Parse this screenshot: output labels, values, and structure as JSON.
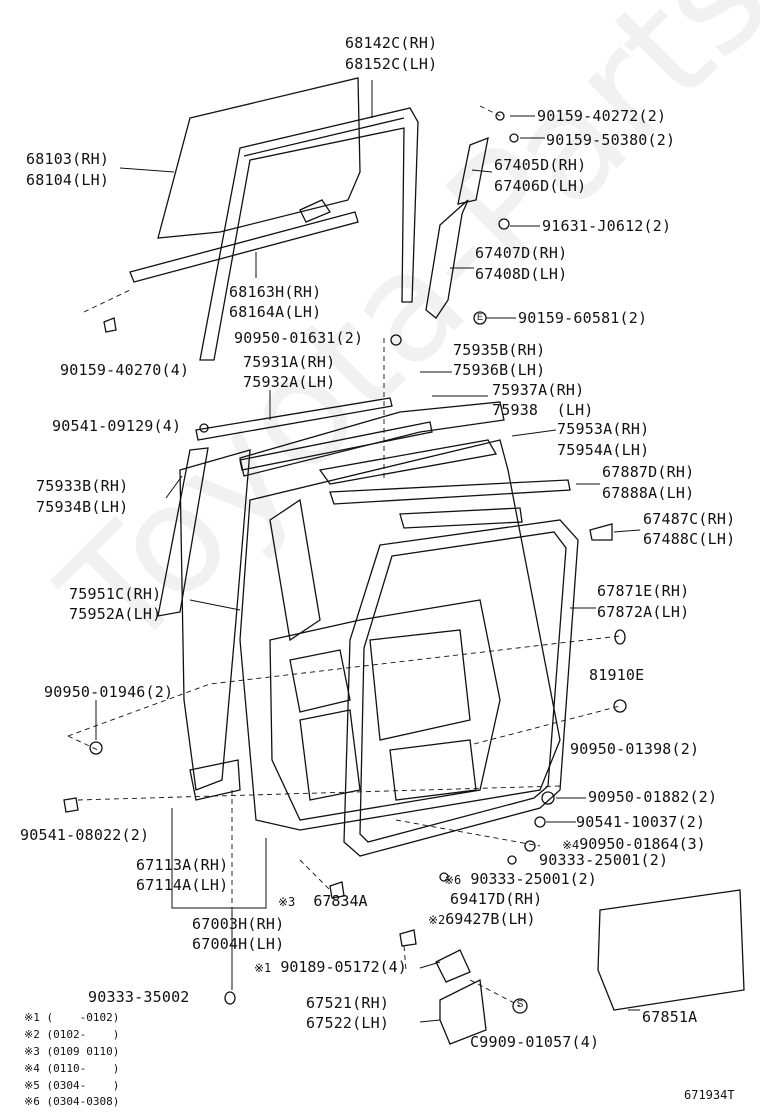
{
  "watermark": "Toyota-Parts.ru",
  "labels": {
    "p68142C": "68142C(RH)",
    "p68152C": "68152C(LH)",
    "p68103": "68103(RH)",
    "p68104": "68104(LH)",
    "p90159_40272": "90159-40272(2)",
    "p90159_50380": "90159-50380(2)",
    "p67405D": "67405D(RH)",
    "p67406D": "67406D(LH)",
    "p91631": "91631-J0612(2)",
    "p67407D": "67407D(RH)",
    "p67408D": "67408D(LH)",
    "p68163H": "68163H(RH)",
    "p68164A": "68164A(LH)",
    "p90159_60581": "90159-60581(2)",
    "p90950_01631": "90950-01631(2)",
    "p75935B": "75935B(RH)",
    "p75936B": "75936B(LH)",
    "p75931A": "75931A(RH)",
    "p75932A": "75932A(LH)",
    "p90159_40270": "90159-40270(4)",
    "p75937A": "75937A(RH)",
    "p75938": "75938  (LH)",
    "p90541_09129": "90541-09129(4)",
    "p75953A": "75953A(RH)",
    "p75954A": "75954A(LH)",
    "p75933B": "75933B(RH)",
    "p75934B": "75934B(LH)",
    "p67887D": "67887D(RH)",
    "p67888A": "67888A(LH)",
    "p67487C": "67487C(RH)",
    "p67488C": "67488C(LH)",
    "p75951C": "75951C(RH)",
    "p75952A": "75952A(LH)",
    "p67871E": "67871E(RH)",
    "p67872A": "67872A(LH)",
    "p81910E": "81910E",
    "p90950_01946": "90950-01946(2)",
    "p90950_01398": "90950-01398(2)",
    "p90950_01882": "90950-01882(2)",
    "p90541_08022": "90541-08022(2)",
    "p90541_10037": "90541-10037(2)",
    "p90950_01864": "90950-01864(3)",
    "p90333_25001a": "90333-25001(2)",
    "p90333_25001b": "90333-25001(2)",
    "p67113A": "67113A(RH)",
    "p67114A": "67114A(LH)",
    "p69417D": "69417D(RH)",
    "p69427B": "69427B(LH)",
    "p67834A": "67834A",
    "p67003H": "67003H(RH)",
    "p67004H": "67004H(LH)",
    "p90189_05172": "90189-05172(4)",
    "p90333_35002": "90333-35002",
    "p67521": "67521(RH)",
    "p67522": "67522(LH)",
    "p67851A": "67851A",
    "pC9909": "C9909-01057(4)"
  },
  "markers": {
    "m3": "※3",
    "m4": "※4",
    "m6": "※6",
    "m2": "※2",
    "m1": "※1",
    "m5": "※5",
    "circle_e": "E",
    "circle_s": "S"
  },
  "notes": [
    "※1 (    -0102)",
    "※2 (0102-    )",
    "※3 (0109 0110)",
    "※4 (0110-    )",
    "※5 (0304-    )",
    "※6 (0304-0308)"
  ],
  "figure_id": "671934T"
}
